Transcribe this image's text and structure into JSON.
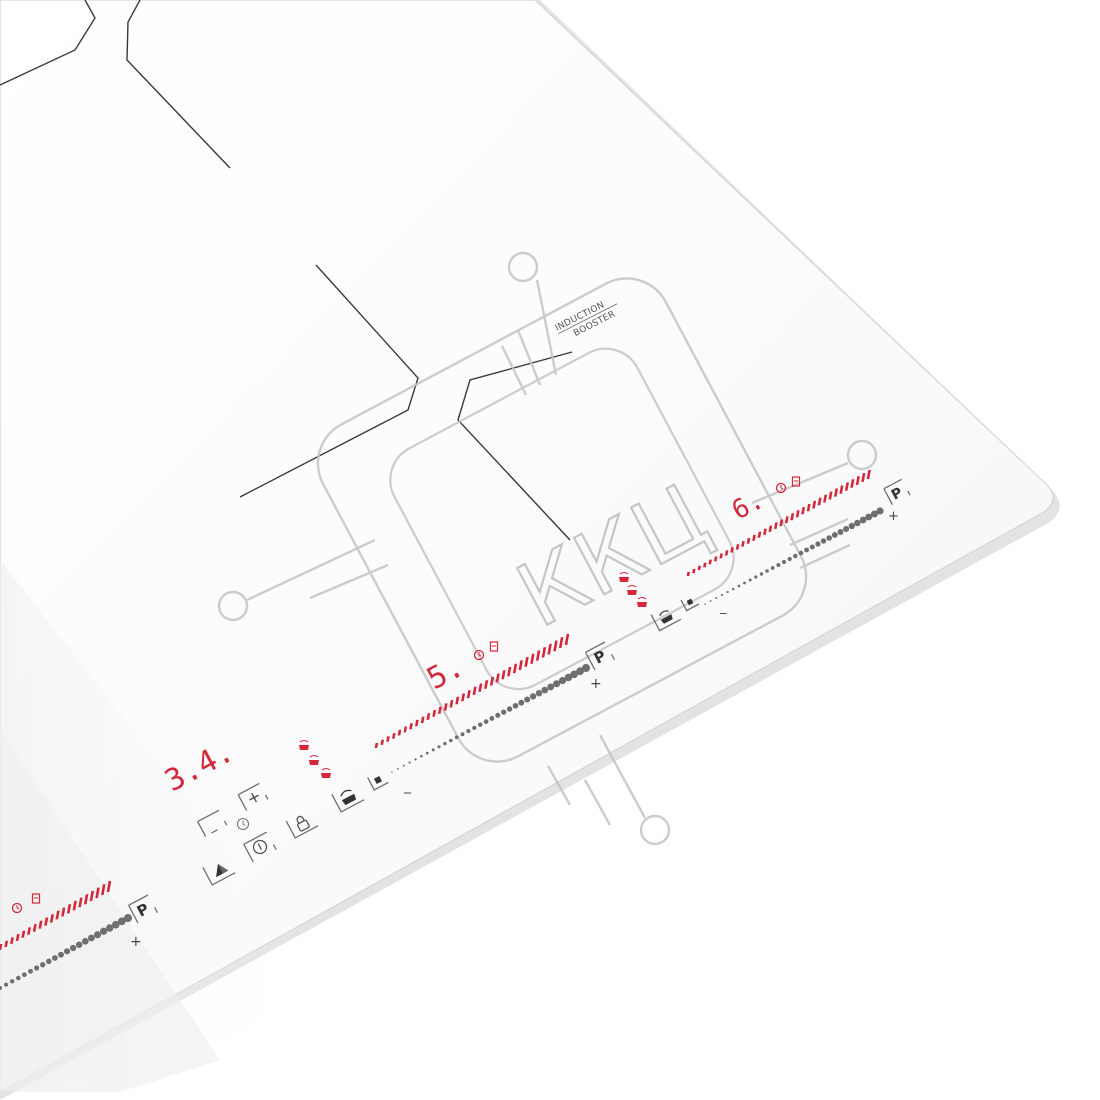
{
  "brand_label": {
    "line1": "INDUCTION",
    "line2": "BOOSTER"
  },
  "watermark": {
    "text": "ККЦ",
    "color": "#bdbdbd"
  },
  "zones": [
    {
      "id": "rear-right",
      "display": "6.",
      "program_key": "P",
      "plus": "+",
      "minus": "_"
    },
    {
      "id": "middle",
      "display": "5.",
      "program_key": "P",
      "plus": "+",
      "minus": "_"
    },
    {
      "id": "front-left",
      "display": "",
      "program_key": "P",
      "plus": "+",
      "minus": ""
    }
  ],
  "main_display": "3.4.",
  "controls": {
    "timer_plus": "+",
    "timer_minus": "_",
    "power_symbol": "⏻"
  },
  "colors": {
    "glass": "#ffffff",
    "accent_red": "#d4273b",
    "dot_grey": "#777777",
    "zone_line": "#3c3c3c",
    "edge_shadow": "#d9d9d9"
  }
}
